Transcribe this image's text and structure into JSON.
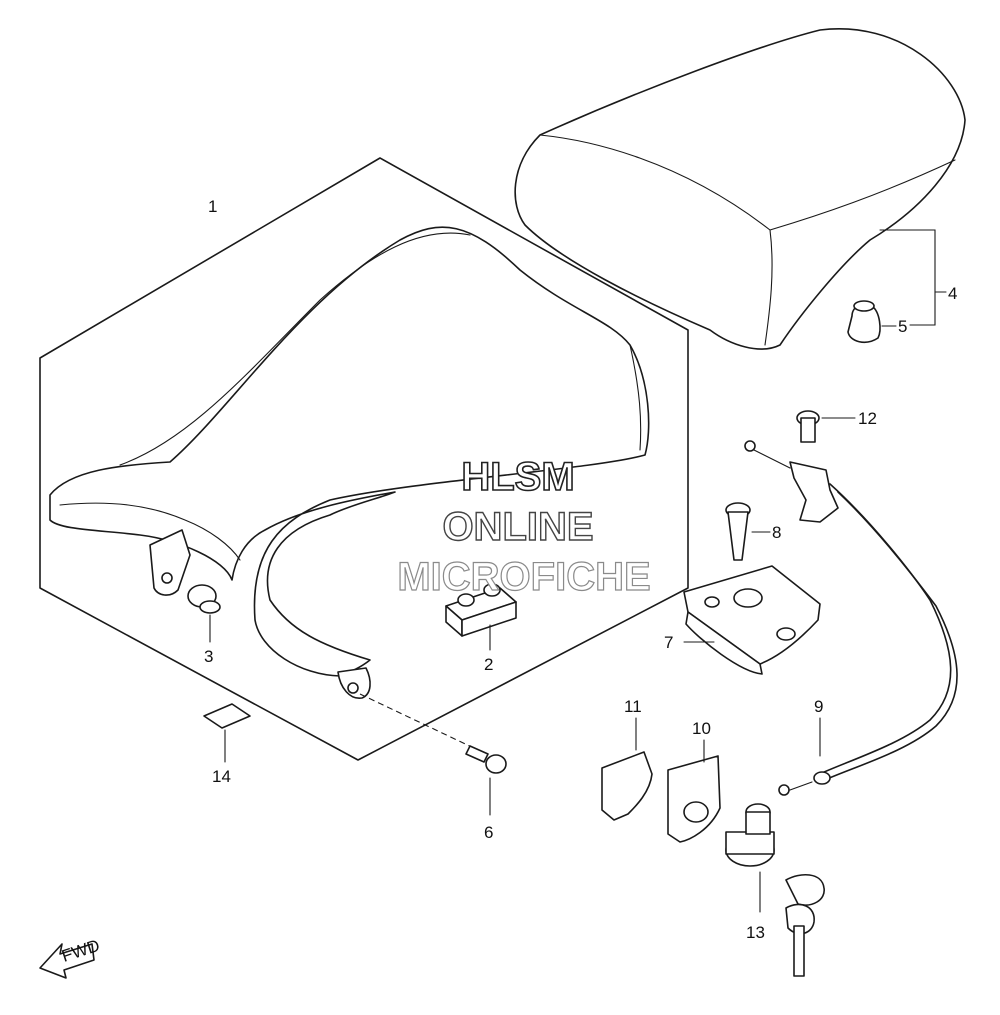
{
  "watermark": {
    "line1": "HLSM",
    "line2": "ONLINE",
    "line3": "MICROFICHE"
  },
  "callouts": {
    "p1": "1",
    "p2": "2",
    "p3": "3",
    "p4": "4",
    "p5": "5",
    "p6": "6",
    "p7": "7",
    "p8": "8",
    "p9": "9",
    "p10": "10",
    "p11": "11",
    "p12": "12",
    "p13": "13",
    "p14": "14"
  },
  "direction_badge": "FWD",
  "colors": {
    "line": "#1a1a1a",
    "watermark_fill": "#ffffff",
    "watermark_stroke": "#222222"
  }
}
